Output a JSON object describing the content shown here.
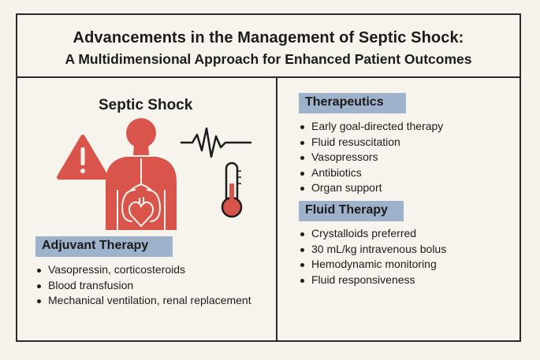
{
  "header": {
    "title": "Advancements in the Management of Septic Shock:",
    "subtitle": "A Multidimensional Approach for Enhanced Patient Outcomes"
  },
  "left_panel": {
    "title": "Septic Shock",
    "adjuvant": {
      "label": "Adjuvant Therapy",
      "items": [
        "Vasopressin, corticosteroids",
        "Blood transfusion",
        "Mechanical ventilation, renal replacement"
      ]
    }
  },
  "right_panel": {
    "therapeutics": {
      "label": "Therapeutics",
      "items": [
        "Early goal-directed therapy",
        "Fluid resuscitation",
        "Vasopressors",
        "Antibiotics",
        "Organ support"
      ]
    },
    "fluid_therapy": {
      "label": "Fluid Therapy",
      "items": [
        "Crystalloids preferred",
        "30 mL/kg intravenous bolus",
        "Hemodynamic monitoring",
        "Fluid responsiveness"
      ]
    }
  },
  "icons": [
    "warning-icon",
    "human-body-icon",
    "heart-icon",
    "lungs-icon",
    "heartbeat-line-icon",
    "thermometer-icon"
  ],
  "colors": {
    "accent_red": "#d9544a",
    "tag_blue": "#9fb2cb",
    "background": "#f6f3ec",
    "border": "#2a2a2a"
  }
}
